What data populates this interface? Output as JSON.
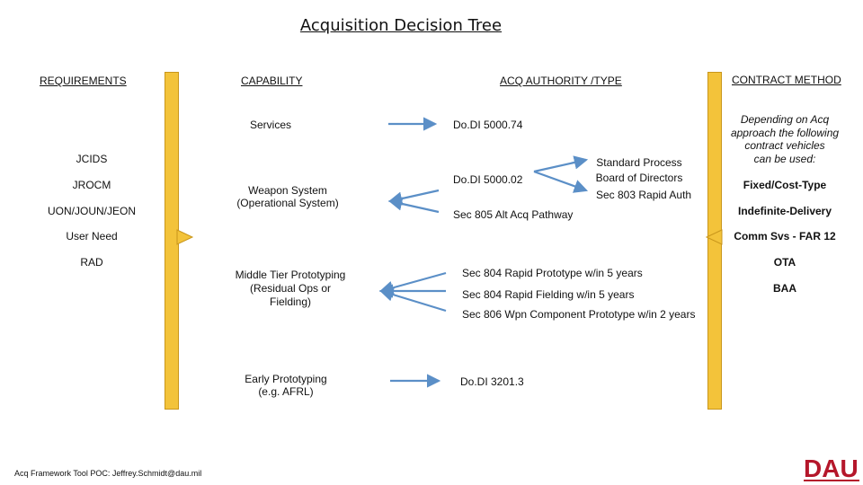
{
  "title": "Acquisition Decision Tree",
  "headers": {
    "requirements": "REQUIREMENTS",
    "capability": "CAPABILITY",
    "acq_authority": "ACQ AUTHORITY /TYPE",
    "contract_method": "CONTRACT METHOD"
  },
  "requirements": {
    "jcids": "JCIDS",
    "jrocm": "JROCM",
    "uon": "UON/JOUN/JEON",
    "user_need": "User Need",
    "rad": "RAD"
  },
  "capability": {
    "services": "Services",
    "weapon_system_1": "Weapon System",
    "weapon_system_2": "(Operational System)",
    "middle_tier_1": "Middle Tier Prototyping",
    "middle_tier_2": "(Residual Ops or",
    "middle_tier_3": "Fielding)",
    "early_1": "Early Prototyping",
    "early_2": "(e.g. AFRL)"
  },
  "authority": {
    "dodi_5000_74": "Do.DI 5000.74",
    "dodi_5000_02": "Do.DI 5000.02",
    "standard_process": "Standard Process",
    "board_of_directors": "Board of Directors",
    "sec_803": "Sec 803 Rapid Auth",
    "sec_805": "Sec 805 Alt Acq Pathway",
    "sec_804_proto": "Sec 804 Rapid Prototype w/in 5 years",
    "sec_804_field": "Sec 804 Rapid Fielding w/in 5 years",
    "sec_806": "Sec 806 Wpn Component Prototype w/in 2 years",
    "dodi_3201": "Do.DI 3201.3"
  },
  "contract": {
    "depending_1": "Depending on Acq",
    "depending_2": "approach the following",
    "depending_3": "contract vehicles",
    "depending_4": "can be used:",
    "fixed_cost": "Fixed/Cost-Type",
    "indefinite": "Indefinite-Delivery",
    "comm_svs": "Comm Svs - FAR 12",
    "ota": "OTA",
    "baa": "BAA"
  },
  "footer": {
    "poc": "Acq Framework Tool POC: Jeffrey.Schmidt@dau.mil"
  },
  "logo": {
    "text": "DAU",
    "color": "#b5172b"
  },
  "colors": {
    "bar": "#f3c33a",
    "arrow": "#5b8fc7"
  }
}
